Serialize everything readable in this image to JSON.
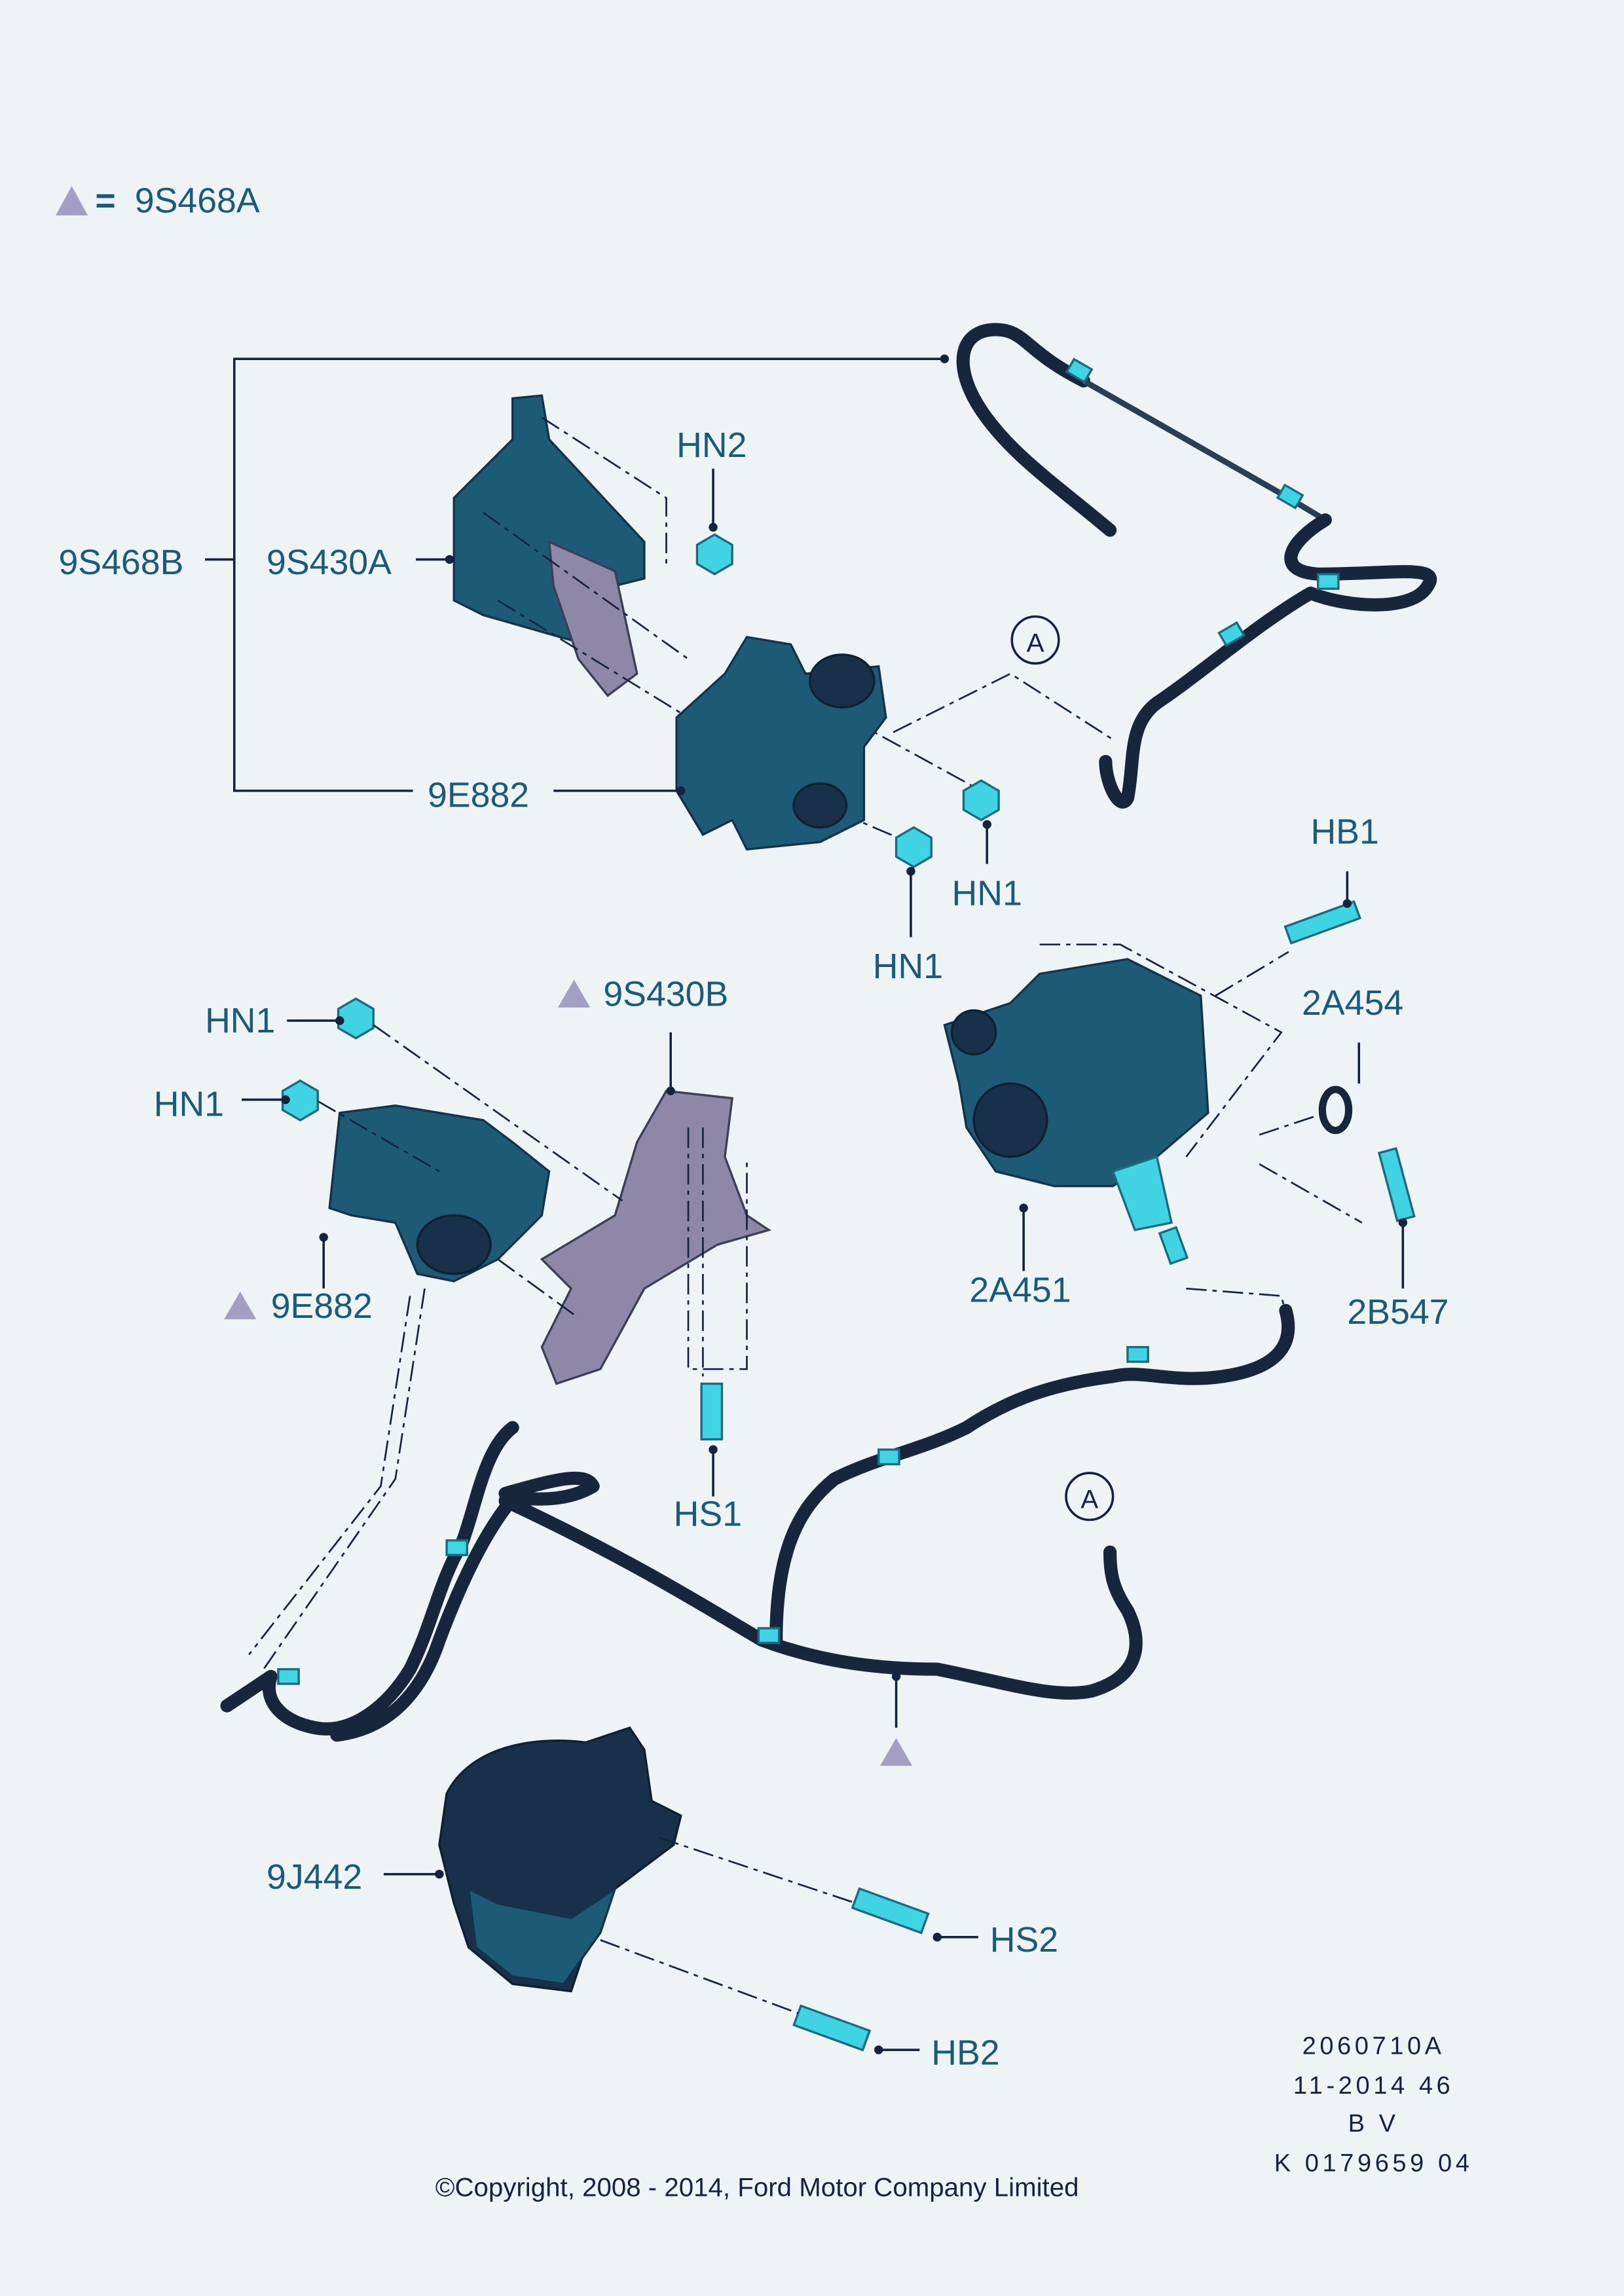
{
  "legend": {
    "symbol": "triangle",
    "equals": "=",
    "part": "9S468A",
    "triangle_color": "#a39fc4"
  },
  "callouts": {
    "9S468B": "9S468B",
    "9S430A": "9S430A",
    "HN2": "HN2",
    "9E882_top": "9E882",
    "A_top": "A",
    "HN1_a": "HN1",
    "HN1_b": "HN1",
    "HB1": "HB1",
    "2A454": "2A454",
    "2A451": "2A451",
    "2B547": "2B547",
    "HN1_c": "HN1",
    "HN1_d": "HN1",
    "9S430B": "9S430B",
    "9E882_mid": "9E882",
    "HS1": "HS1",
    "A_bottom": "A",
    "9J442": "9J442",
    "HS2": "HS2",
    "HB2": "HB2"
  },
  "footer": {
    "lines": [
      "2060710A",
      "11-2014 46",
      "B V",
      "K 0179659 04"
    ],
    "copyright": "©Copyright, 2008 - 2014, Ford Motor Company Limited"
  },
  "colors": {
    "label": "#1b5a78",
    "background": "#eef4f5",
    "part_dark": "#1d5a76",
    "fastener": "#3fd3e3"
  }
}
